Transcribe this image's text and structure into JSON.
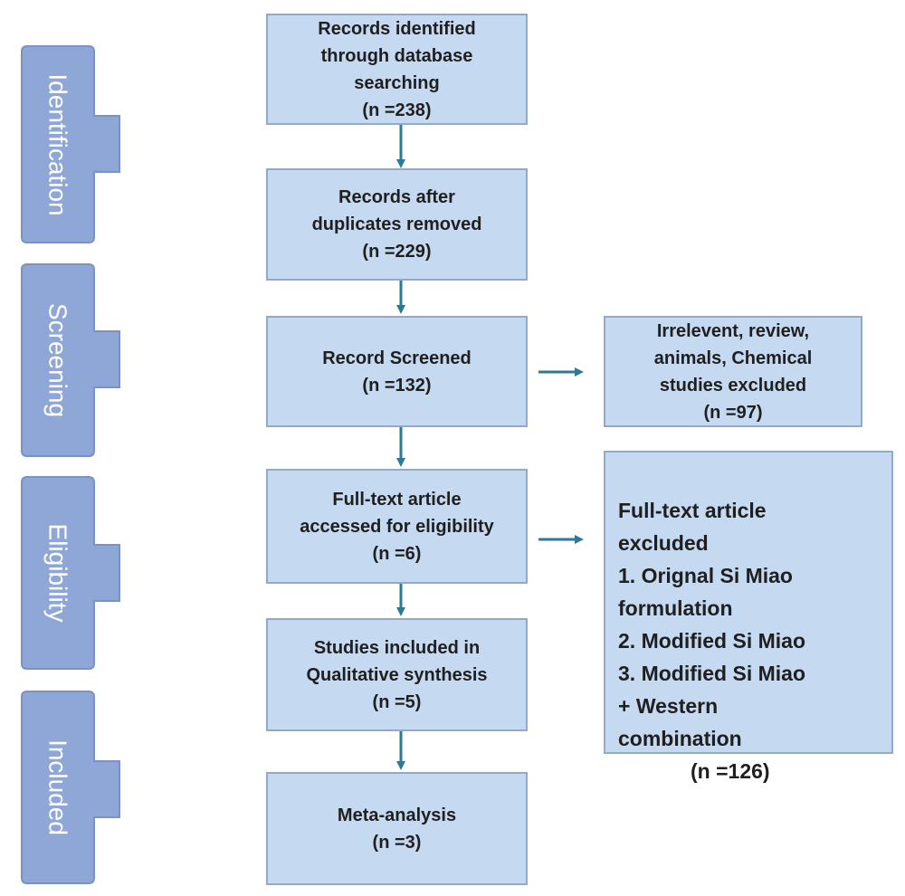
{
  "stages": [
    "Identification",
    "Screening",
    "Eligibility",
    "Included"
  ],
  "main_flow": [
    {
      "text": "Records identified\nthrough database\nsearching\n(n =238)"
    },
    {
      "text": "Records after\nduplicates removed\n(n =229)"
    },
    {
      "text": "Record Screened\n(n =132)"
    },
    {
      "text": "Full-text article\naccessed for eligibility\n(n =6)"
    },
    {
      "text": "Studies included in\nQualitative synthesis\n(n =5)"
    },
    {
      "text": "Meta-analysis\n(n =3)"
    }
  ],
  "exclusions": {
    "screening": {
      "text": "Irrelevent, review,\nanimals, Chemical\nstudies excluded\n(n =97)"
    },
    "eligibility": {
      "text": "Full-text article\nexcluded\n1. Orignal Si Miao\nformulation\n2. Modified Si Miao\n3. Modified Si Miao\n+ Western\ncombination",
      "count": "(n =126)"
    }
  },
  "colors": {
    "stage_tab": "#8ea7d6",
    "stage_tab_border": "#7a93c4",
    "box_fill": "#c5d9f1",
    "box_border": "#93a9c9",
    "arrow": "#2b7a96"
  }
}
